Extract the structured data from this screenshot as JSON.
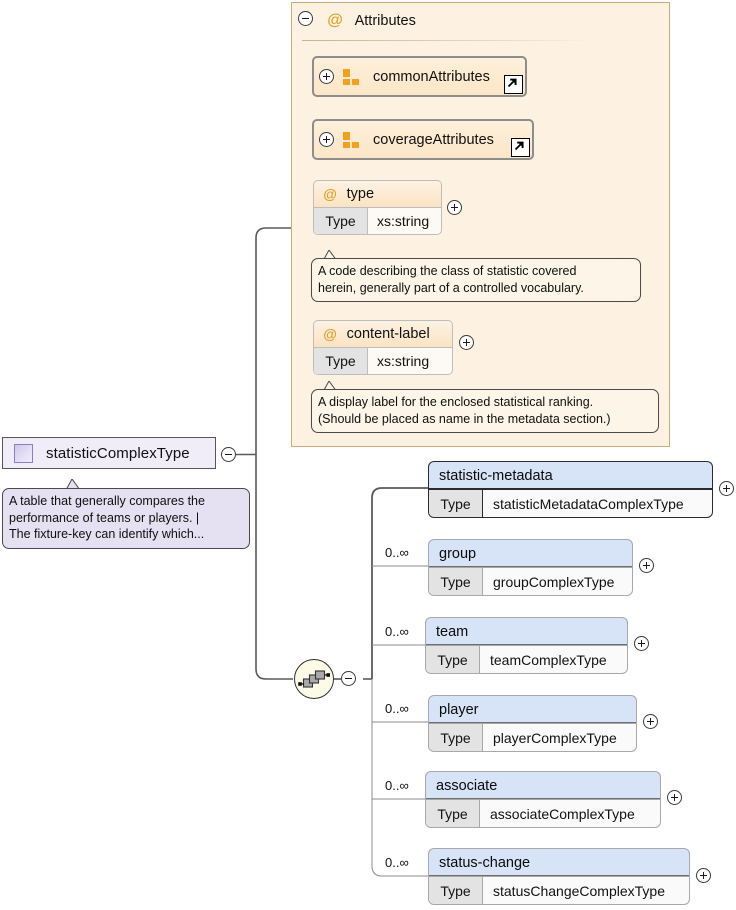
{
  "diagram": {
    "kind": "xml-schema-diagram",
    "root": {
      "name": "statisticComplexType",
      "icon": "complextype-icon",
      "toggle": "minus",
      "annotation": "A table that generally compares the\nperformance of teams or players. |\nThe fixture-key can identify which..."
    },
    "attributes_panel": {
      "title": "Attributes",
      "at_symbol": "@",
      "toggle": "minus",
      "attribute_groups": [
        {
          "name": "commonAttributes",
          "toggle": "plus",
          "icon": "attribute-group-icon",
          "link_icon": "external-link-icon"
        },
        {
          "name": "coverageAttributes",
          "toggle": "plus",
          "icon": "attribute-group-icon",
          "link_icon": "external-link-icon"
        }
      ],
      "attributes": [
        {
          "name": "type",
          "at_symbol": "@",
          "type_key": "Type",
          "type_value": "xs:string",
          "toggle": "plus",
          "annotation": "A code describing the class of statistic covered\nherein, generally part of a controlled vocabulary."
        },
        {
          "name": "content-label",
          "at_symbol": "@",
          "type_key": "Type",
          "type_value": "xs:string",
          "toggle": "plus",
          "annotation": "A display label for the enclosed statistical ranking.\n(Should be placed as name in the metadata section.)"
        }
      ]
    },
    "content_model": {
      "compositor": "sequence",
      "compositor_icon": "sequence-icon",
      "toggle": "minus",
      "elements": [
        {
          "name": "statistic-metadata",
          "type_key": "Type",
          "type_value": "statisticMetadataComplexType",
          "cardinality": "",
          "required": true,
          "toggle": "plus"
        },
        {
          "name": "group",
          "type_key": "Type",
          "type_value": "groupComplexType",
          "cardinality": "0..∞",
          "required": false,
          "toggle": "plus"
        },
        {
          "name": "team",
          "type_key": "Type",
          "type_value": "teamComplexType",
          "cardinality": "0..∞",
          "required": false,
          "toggle": "plus"
        },
        {
          "name": "player",
          "type_key": "Type",
          "type_value": "playerComplexType",
          "cardinality": "0..∞",
          "required": false,
          "toggle": "plus"
        },
        {
          "name": "associate",
          "type_key": "Type",
          "type_value": "associateComplexType",
          "cardinality": "0..∞",
          "required": false,
          "toggle": "plus"
        },
        {
          "name": "status-change",
          "type_key": "Type",
          "type_value": "statusChangeComplexType",
          "cardinality": "0..∞",
          "required": false,
          "toggle": "plus"
        }
      ]
    },
    "colors": {
      "element_header": "#d7e3f7",
      "attribute_panel": "#fdf2e2",
      "attribute_group": "#fce6c6",
      "complextype": "#f0edf8",
      "annotation": "#e6e1f2",
      "at_symbol": "#e0a227",
      "attribute_icon": "#f2a11e"
    }
  }
}
